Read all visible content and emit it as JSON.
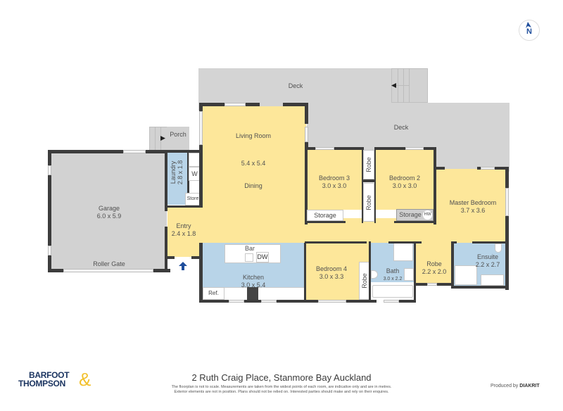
{
  "compass": {
    "label": "N",
    "color": "#1f4e9c"
  },
  "rooms": {
    "deck_upper": {
      "label": "Deck"
    },
    "deck_lower": {
      "label": "Deck"
    },
    "porch": {
      "label": "Porch"
    },
    "garage": {
      "name": "Garage",
      "size": "6.0 x 5.9",
      "gate": "Roller Gate"
    },
    "laundry": {
      "name": "Laundry",
      "size": "2.8 x 1.8",
      "washer": "W",
      "store": "Store"
    },
    "entry": {
      "name": "Entry",
      "size": "2.4 x 1.8"
    },
    "living": {
      "name": "Living Room",
      "size": "5.4 x 5.4",
      "dining": "Dining"
    },
    "kitchen": {
      "name": "Kitchen",
      "size": "3.0 x 5.4",
      "bar": "Bar",
      "dw": "DW",
      "ref": "Ref."
    },
    "bedroom3": {
      "name": "Bedroom 3",
      "size": "3.0 x 3.0",
      "storage": "Storage"
    },
    "bedroom2": {
      "name": "Bedroom 2",
      "size": "3.0 x 3.0"
    },
    "robe_upper": {
      "label": "Robe"
    },
    "robe_lower": {
      "label": "Robe"
    },
    "storage_hw": {
      "label": "Storage",
      "hw": "HW"
    },
    "master": {
      "name": "Master Bedroom",
      "size": "3.7 x 3.6"
    },
    "bedroom4": {
      "name": "Bedroom 4",
      "size": "3.0 x 3.3",
      "robe": "Robe"
    },
    "bath": {
      "name": "Bath",
      "size": "3.0 x 2.2"
    },
    "robe_master": {
      "name": "Robe",
      "size": "2.2 x 2.0"
    },
    "ensuite": {
      "name": "Ensuite",
      "size": "2.2 x 2.7"
    }
  },
  "footer": {
    "brand_line1": "BARFOOT",
    "brand_line2": "THOMPSON",
    "brand_amp": "&",
    "brand_color": "#1c3561",
    "amp_color": "#f2c12e",
    "address": "2 Ruth Craig Place, Stanmore Bay Auckland",
    "disclaimer_1": "The floorplan is not to scale. Measurements are taken from the widest points of each room, are indicative only and are in metres.",
    "disclaimer_2": "Exterior elements are not in position. Plans should not be relied on. Interested parties should make and rely on their enquires.",
    "produced_by": "Produced by",
    "producer": "DIAKRIT"
  },
  "colors": {
    "deck": "#d4d4d4",
    "living": "#fde79a",
    "wet": "#b8d4e8",
    "wall": "#3c3c3c",
    "entry_arrow": "#1f4e9c"
  }
}
